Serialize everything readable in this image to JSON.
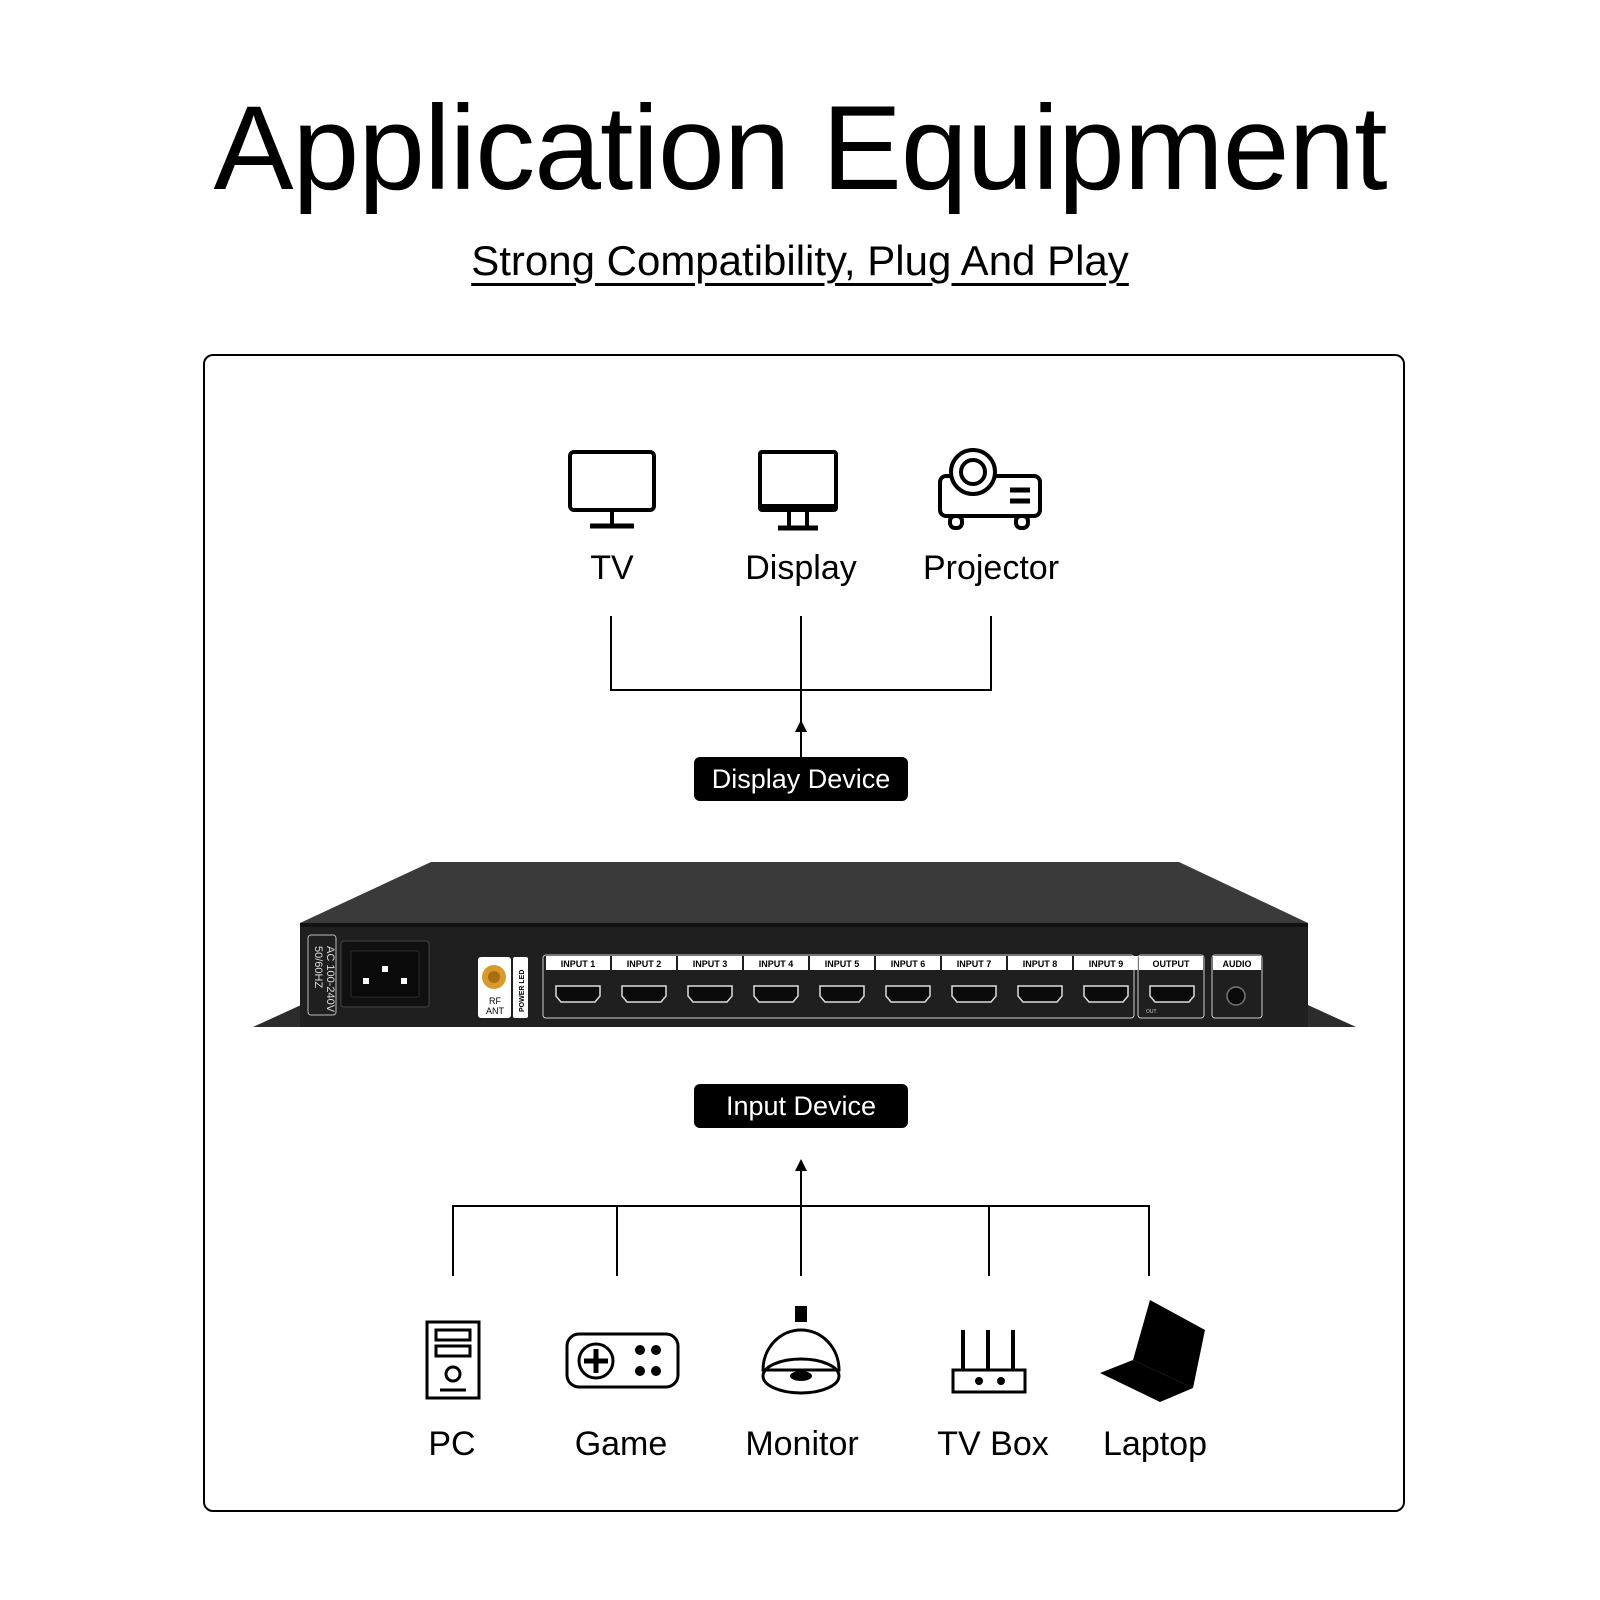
{
  "title": "Application Equipment",
  "subtitle": "Strong Compatibility, Plug And Play",
  "display_devices": [
    {
      "label": "TV",
      "icon": "tv-icon"
    },
    {
      "label": "Display",
      "icon": "monitor-display-icon"
    },
    {
      "label": "Projector",
      "icon": "projector-icon"
    }
  ],
  "display_device_label": "Display Device",
  "input_device_label": "Input Device",
  "input_devices": [
    {
      "label": "PC",
      "icon": "pc-tower-icon"
    },
    {
      "label": "Game",
      "icon": "gamepad-icon"
    },
    {
      "label": "Monitor",
      "icon": "security-camera-icon"
    },
    {
      "label": "TV Box",
      "icon": "tv-box-icon"
    },
    {
      "label": "Laptop",
      "icon": "laptop-icon"
    }
  ],
  "device_panel": {
    "power_rating": [
      "AC 100-240V",
      "50/60HZ"
    ],
    "rf_label": [
      "RF",
      "ANT"
    ],
    "power_led_label": "POWER LED",
    "inputs": [
      "INPUT 1",
      "INPUT 2",
      "INPUT 3",
      "INPUT 4",
      "INPUT 5",
      "INPUT 6",
      "INPUT 7",
      "INPUT 8",
      "INPUT 9"
    ],
    "output_label": "OUTPUT",
    "output_sub": "OUT",
    "audio_label": "AUDIO"
  },
  "colors": {
    "text": "#000000",
    "pill_bg": "#000000",
    "pill_text": "#ffffff",
    "device_body": "#1f1f1f",
    "device_top": "#3a3a3a",
    "rf_connector": "#d99a2b"
  }
}
